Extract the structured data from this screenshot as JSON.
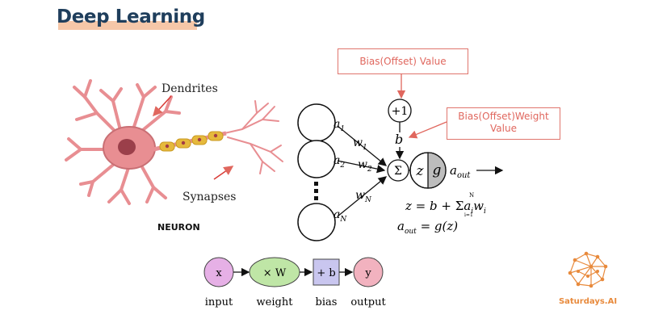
{
  "title": "Deep Learning",
  "neuron": {
    "dendrites_label": "Dendrites",
    "synapses_label": "Synapses",
    "caption": "NEURON"
  },
  "callouts": {
    "bias_value": "Bias(Offset) Value",
    "bias_weight_line1": "Bias(Offset)Weight",
    "bias_weight_line2": "Value"
  },
  "perceptron": {
    "plus_one": "+1",
    "b": "b",
    "a1": "a",
    "a1_sub": "1",
    "a2": "a",
    "a2_sub": "2",
    "aN": "a",
    "aN_sub": "N",
    "w1": "w",
    "w1_sub": "1",
    "w2": "w",
    "w2_sub": "2",
    "wN": "w",
    "wN_sub": "N",
    "sigma": "Σ",
    "z": "z",
    "g": "g",
    "aout": "a",
    "aout_sub": "out",
    "eq1_lhs": "z = b + ",
    "eq1_sum": "Σ",
    "eq1_sum_top": "N",
    "eq1_sum_bottom": "i=1",
    "eq1_rhs_a": "a",
    "eq1_rhs_a_sub": "i",
    "eq1_rhs_w": "w",
    "eq1_rhs_w_sub": "i",
    "eq2_lhs": "a",
    "eq2_lhs_sub": "out",
    "eq2_rhs": " = g(z)"
  },
  "pipeline": {
    "x": "x",
    "w": "× W",
    "b": "+ b",
    "y": "y",
    "labels": [
      "input",
      "weight",
      "bias",
      "output"
    ]
  },
  "logo_text": "Saturdays.AI",
  "colors": {
    "title": "#1f3e5c",
    "title_underline": "#f6c7a8",
    "callout": "#e0675e",
    "neuron_body": "#e88e92",
    "axon_yellow": "#e6b93c",
    "input_node": "#e6b0e6",
    "weight_node": "#bfe6a6",
    "bias_node": "#c9c6ef",
    "output_node": "#f2b2bf",
    "logo": "#e88a3c"
  }
}
